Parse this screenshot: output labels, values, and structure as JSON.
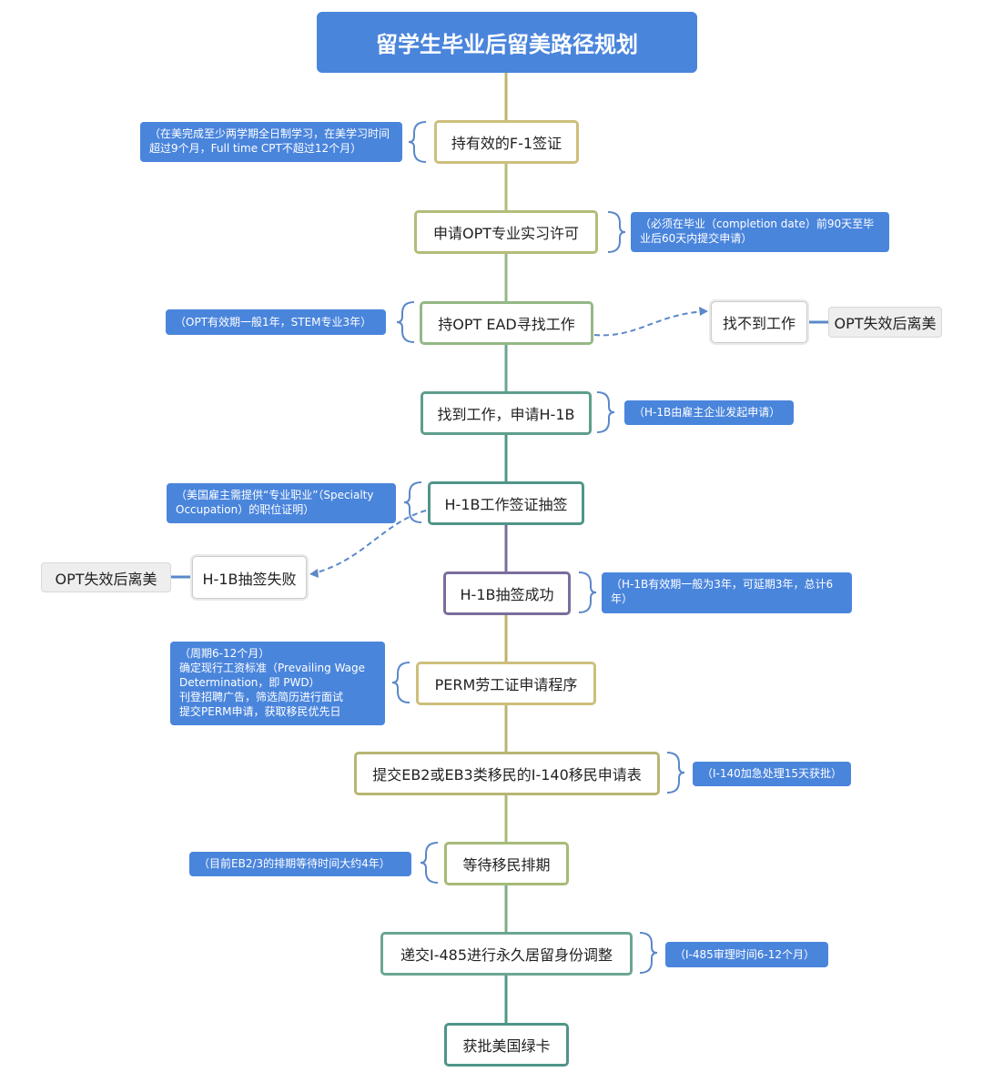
{
  "title": "留学生毕业后留美路径规划",
  "steps": [
    "持有效的F-1签证",
    "申请OPT专业实习许可",
    "持OPT EAD寻找工作",
    "找到工作，申请H-1B",
    "H-1B工作签证抽签",
    "H-1B抽签成功",
    "PERM劳工证申请程序",
    "提交EB2或EB3类移民的I-140移民申请表",
    "等待移民排期",
    "递交I-485进行永久居留身份调整",
    "获批美国绿卡"
  ],
  "notes": {
    "f1": "（在美完成至少两学期全日制学习，在美学习时间超过9个月，Full time CPT不超过12个月）",
    "opt_apply": "（必须在毕业（completion date）前90天至毕业后60天内提交申请）",
    "opt_validity": "（OPT有效期一般1年，STEM专业3年）",
    "h1b_sponsor": "（H-1B由雇主企业发起申请）",
    "specialty": "（美国雇主需提供“专业职业”（Specialty Occupation）的职位证明）",
    "h1b_validity": "（H-1B有效期一般为3年，可延期3年，总计6年）",
    "perm": [
      "（周期6-12个月）",
      "确定现行工资标准（Prevailing Wage Determination，即 PWD）",
      "刊登招聘广告，筛选简历进行面试",
      "提交PERM申请，获取移民优先日"
    ],
    "i140": "（I-140加急处理15天获批）",
    "schedule": "（目前EB2/3的排期等待时间大约4年）",
    "i485": "（I-485审理时间6-12个月）"
  },
  "branches": {
    "no_job": "找不到工作",
    "opt_expired_right": "OPT失效后离美",
    "h1b_fail": "H-1B抽签失败",
    "opt_expired_left": "OPT失效后离美"
  },
  "colors": {
    "title_bg": "#4a85dc",
    "note_bg": "#4a85dc",
    "gold": "#bfb36c",
    "green": "#a7bb77",
    "teal": "#4f9588",
    "purple": "#7b6d9b",
    "dashed": "#5b88c9"
  }
}
